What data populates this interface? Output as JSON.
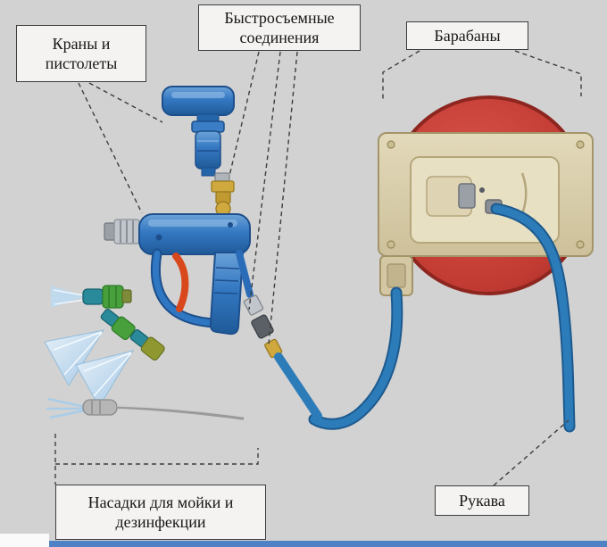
{
  "labels": {
    "taps": {
      "line1": "Краны и",
      "line2": "пистолеты"
    },
    "quick": {
      "line1": "Быстросъемные",
      "line2": "соединения"
    },
    "reels": {
      "text": "Барабаны"
    },
    "nozzles": {
      "line1": "Насадки для мойки и",
      "line2": "дезинфекции"
    },
    "hoses": {
      "text": "Рукава"
    }
  },
  "colors": {
    "page_bg": "#d2d2d2",
    "label_bg": "#f4f3f1",
    "label_border": "#3c3c3c",
    "connector": "#3d3d3d",
    "gun_blue": "#2f77c2",
    "gun_blue_dark": "#1d4f8c",
    "hose_blue": "#2d7cba",
    "hose_blue_dark": "#1c5a8e",
    "reel_red": "#c23b33",
    "reel_red_dark": "#8e2620",
    "housing_beige": "#d9cead",
    "housing_beige_dark": "#a3946a",
    "brass": "#cfa83e",
    "trigger_red": "#d9481c",
    "nozzle_green": "#47a03c",
    "nozzle_teal": "#2a8a9a",
    "spray_blue": "#bcd9f0",
    "bottom_strip": "#4f82c4"
  }
}
